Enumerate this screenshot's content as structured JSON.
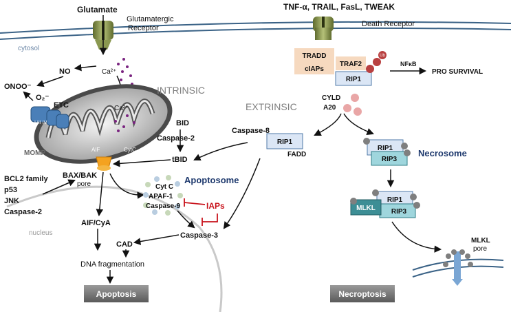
{
  "membrane": {
    "cytosol": "cytosol",
    "nucleus": "nucleus"
  },
  "glutamate": {
    "ligand": "Glutamate",
    "receptor_line1": "Glutamatergic",
    "receptor_line2": "Receptor",
    "calcium": "Ca²⁺",
    "calcium_mito": "Ca²⁺"
  },
  "death": {
    "ligands": "TNF-α, TRAIL, FasL, TWEAK",
    "receptor": "Death Receptor",
    "tradd": "TRADD",
    "ciaps": "cIAPs",
    "traf2": "TRAF2",
    "rip1": "RIP1",
    "ub": "Ub",
    "nfkb": "NFκB",
    "pro_survival": "PRO SURVIVAL",
    "cyld": "CYLD",
    "a20": "A20"
  },
  "intrinsic": {
    "label": "INTRINSIC",
    "no": "NO",
    "onoo": "ONOO⁻",
    "o2": "O₂⁻",
    "etc": "ETC",
    "roman": "I  III  IV",
    "momp": "MOMP",
    "aif": "AIF",
    "cytc": "CytC",
    "bid": "BID",
    "caspase2": "Caspase-2",
    "tbid": "tBID",
    "bax_line1": "BAX/BAK",
    "bax_line2": "pore",
    "bcl2": [
      "BCL2 family",
      "p53",
      "JNK",
      "Caspase-2"
    ],
    "aif_cya": "AIF/CyA",
    "cad": "CAD",
    "dna": "DNA fragmentation",
    "apoptosis": "Apoptosis"
  },
  "apoptosome": {
    "label": "Apoptosome",
    "cytc": "Cyt C",
    "apaf": "APAF-1",
    "casp9": "Caspase-9",
    "iaps": "IAPs",
    "casp3": "Caspase-3"
  },
  "extrinsic": {
    "label": "EXTRINSIC",
    "casp8": "Caspase-8",
    "rip1": "RIP1",
    "fadd": "FADD"
  },
  "necrosome": {
    "label": "Necrosome",
    "rip1": "RIP1",
    "rip3": "RIP3",
    "mlkl": "MLKL",
    "rip1b": "RIP1",
    "rip3b": "RIP3",
    "pore_line1": "MLKL",
    "pore_line2": "pore",
    "necroptosis": "Necroptosis"
  },
  "colors": {
    "membrane": "#36587a",
    "receptor": "#7d8a45",
    "arrow": "#111111",
    "inhibit": "#c8121b",
    "apoptosome_title": "#1f3a6e",
    "necrosome_title": "#1f3a6e",
    "rip1_fill": "#dbe6f5",
    "rip3_fill": "#9fd6dd",
    "mlkl_fill": "#3d8e95",
    "ub": "#d96b6b",
    "tradd_fill": "#f6d9bf",
    "banner": "#7f7f7f",
    "ca": "#7a2480"
  }
}
